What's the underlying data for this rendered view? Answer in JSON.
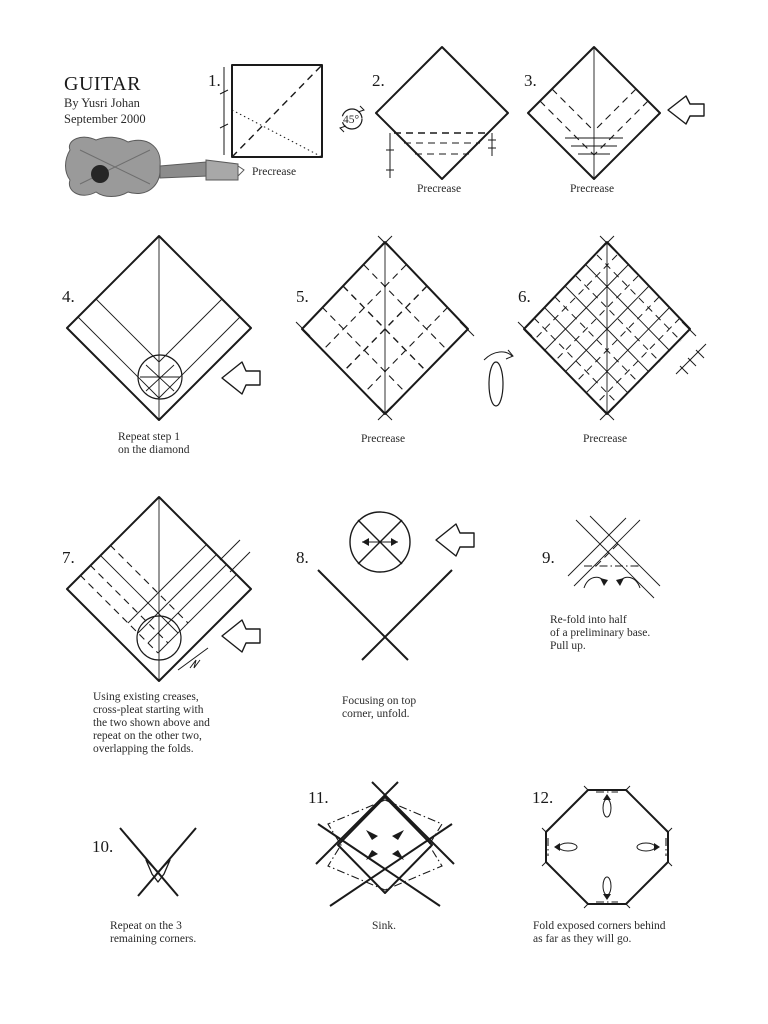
{
  "header": {
    "title": "GUITAR",
    "author": "By Yusri Johan",
    "date": "September 2000",
    "rotate_badge": "45°"
  },
  "steps": [
    {
      "number": "1.",
      "caption": [
        "Precrease"
      ]
    },
    {
      "number": "2.",
      "caption": [
        "Precrease"
      ]
    },
    {
      "number": "3.",
      "caption": [
        "Precrease"
      ]
    },
    {
      "number": "4.",
      "caption": [
        "Repeat step 1",
        "on the diamond"
      ]
    },
    {
      "number": "5.",
      "caption": [
        "Precrease"
      ]
    },
    {
      "number": "6.",
      "caption": [
        "Precrease"
      ]
    },
    {
      "number": "7.",
      "caption": [
        "Using existing creases,",
        "cross-pleat starting with",
        "the two shown above and",
        "repeat on the other two,",
        "overlapping the folds."
      ]
    },
    {
      "number": "8.",
      "caption": [
        "Focusing on top",
        "corner, unfold."
      ]
    },
    {
      "number": "9.",
      "caption": [
        "Re-fold into half",
        "of a preliminary base.",
        "Pull up."
      ]
    },
    {
      "number": "10.",
      "caption": [
        "Repeat on the 3",
        "remaining corners."
      ]
    },
    {
      "number": "11.",
      "caption": [
        "Sink."
      ]
    },
    {
      "number": "12.",
      "caption": [
        "Fold exposed corners behind",
        "as far as they will go."
      ]
    }
  ],
  "icons": {
    "photo": "guitar-model-photo",
    "turn_over": "turn-over-arrow-icon",
    "rotate": "rotate-45-icon",
    "next": "next-step-arrow-icon"
  }
}
